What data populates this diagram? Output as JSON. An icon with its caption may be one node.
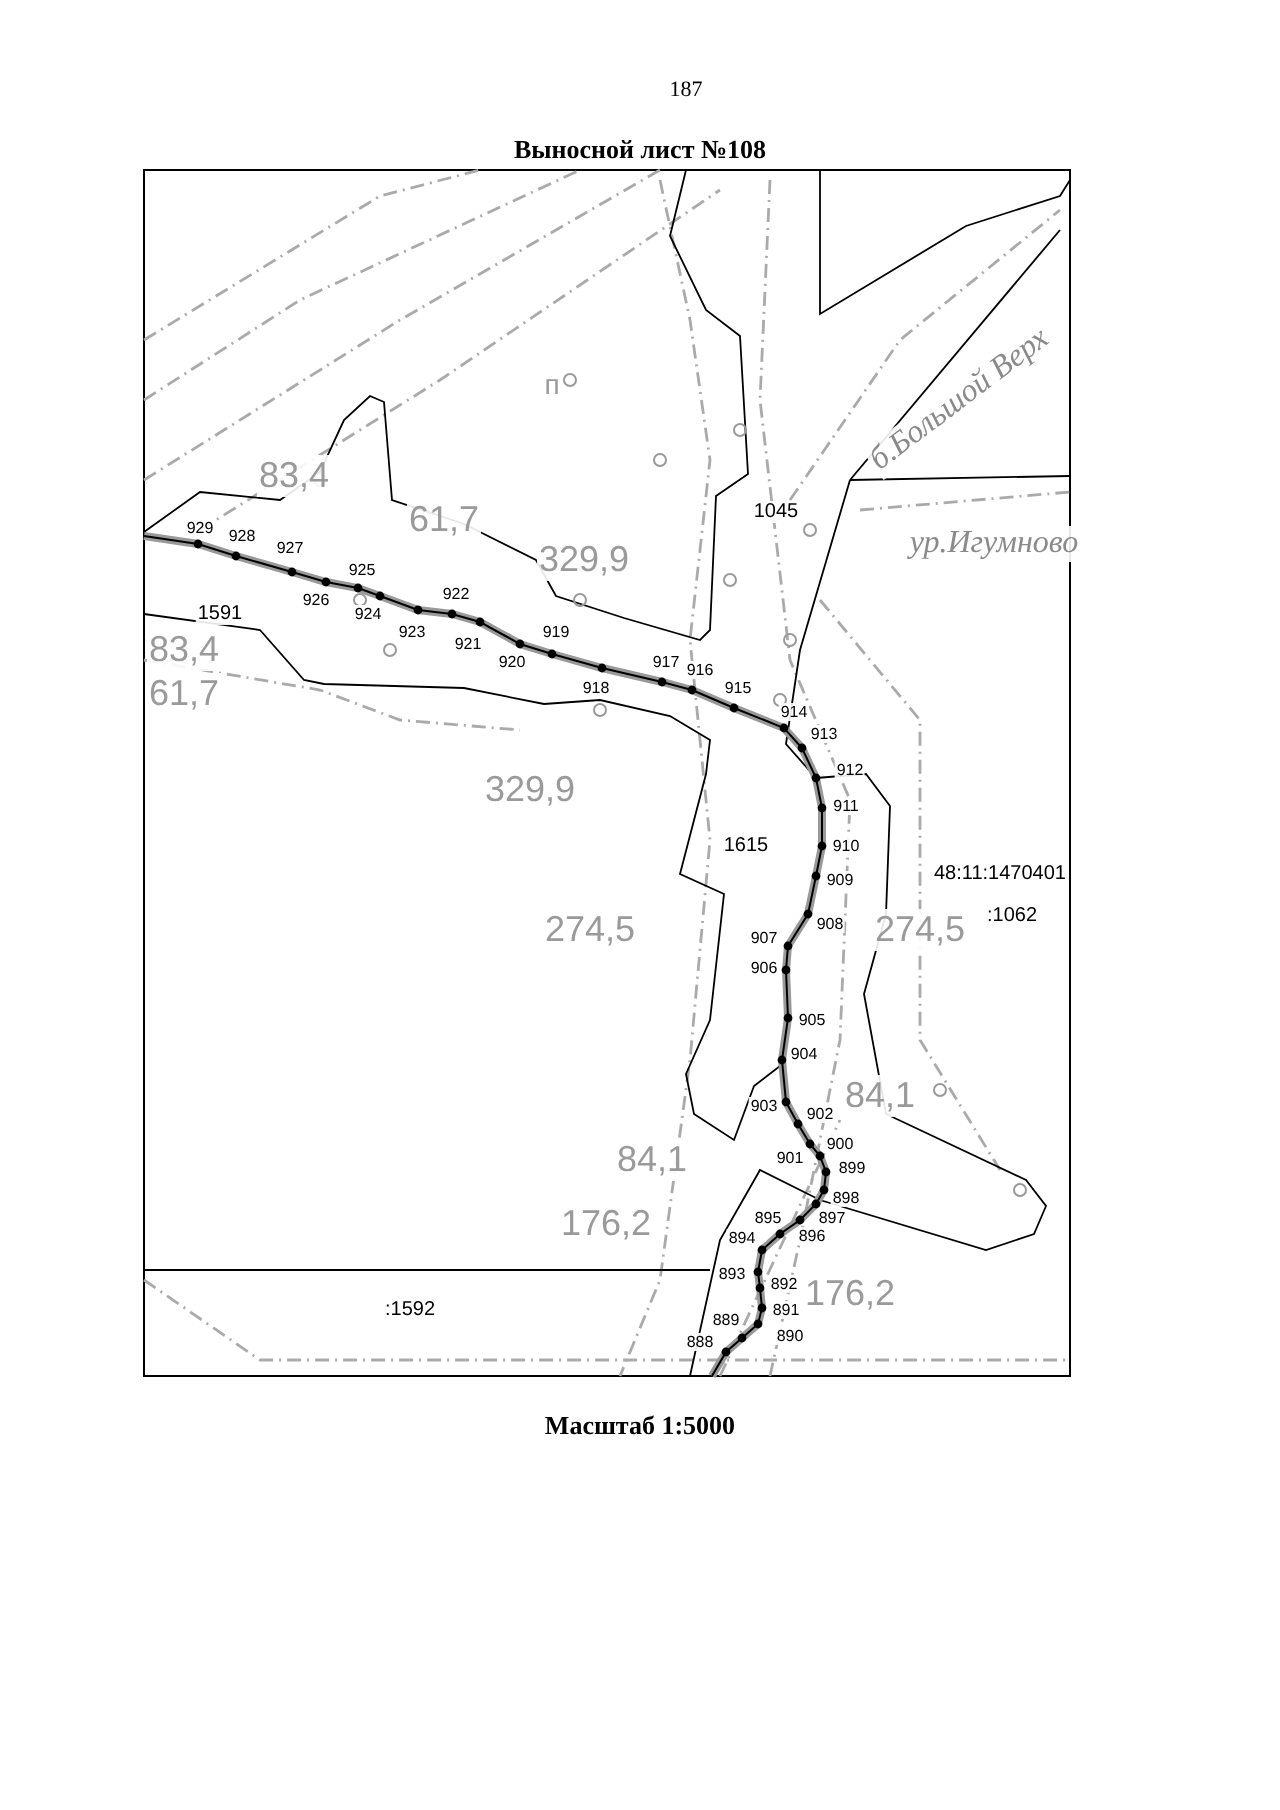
{
  "diagram": {
    "title": "Выносной лист №108",
    "caption": "Масштаб 1:5000",
    "labels": [
      "187",
      "п",
      "б.Большой Верх",
      "83,4",
      "ур.Игумново",
      "1045",
      "61,7",
      "929",
      "928",
      "927",
      "329,9",
      "925",
      "922",
      "926",
      "1591",
      "924",
      "923",
      "919",
      "921",
      "83,4",
      "920",
      "917",
      "916",
      "918",
      "915",
      "61,7",
      "914",
      "913",
      "912",
      "329,9",
      "911",
      "1615",
      "910",
      "48:11:1470401",
      "909",
      ":1062",
      "908",
      "274,5",
      "274,5",
      "907",
      "906",
      "905",
      "904",
      "84,1",
      "903",
      "902",
      "900",
      "901",
      "84,1",
      "899",
      "898",
      "895",
      "897",
      "176,2",
      "894",
      "896",
      "893",
      "892",
      "176,2",
      ":1592",
      "891",
      "889",
      "888",
      "890"
    ]
  }
}
